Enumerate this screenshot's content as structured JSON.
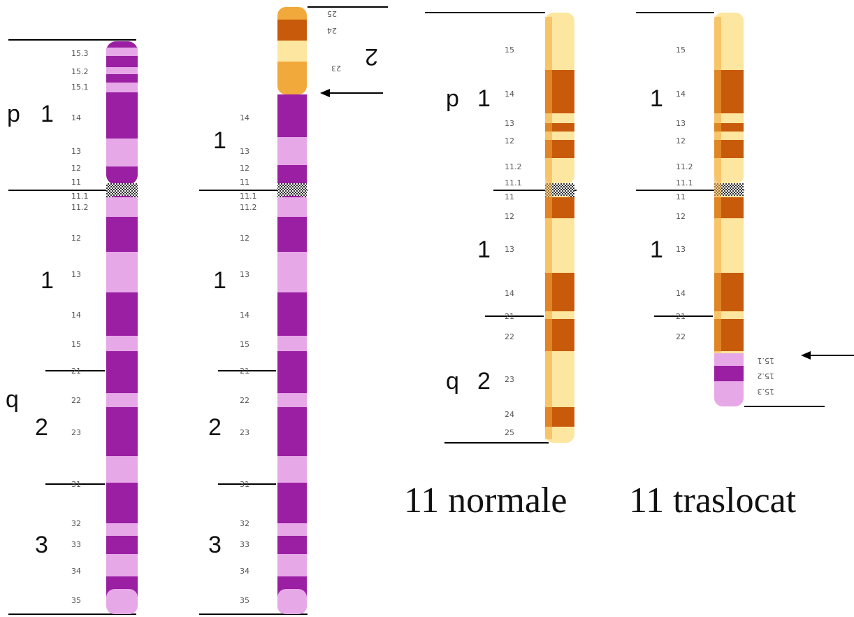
{
  "colors": {
    "purple_dark": "#9a1fa3",
    "purple_light": "#e7a8e8",
    "orange_dark": "#c85a0c",
    "orange_mid": "#f2a93c",
    "orange_light": "#fde6a0",
    "line": "#000000"
  },
  "captions": {
    "normal": "11 normale",
    "translocated": "11 traslocat"
  },
  "chromosomes": [
    {
      "id": "chr-purple-normal",
      "arm_labels": [
        "p",
        "1",
        "1",
        "q",
        "2",
        "3"
      ],
      "band_labels": [
        "15.3",
        "15.2",
        "15.1",
        "14",
        "13",
        "12",
        "11",
        "11.1",
        "11.2",
        "12",
        "13",
        "14",
        "15",
        "21",
        "22",
        "23",
        "31",
        "32",
        "33",
        "34",
        "35"
      ]
    },
    {
      "id": "chr-purple-translocated",
      "arm_labels": [
        "1",
        "2",
        "1",
        "2",
        "3"
      ],
      "band_labels": [
        "25",
        "24",
        "23",
        "14",
        "13",
        "12",
        "11",
        "11.1",
        "11.2",
        "12",
        "13",
        "14",
        "15",
        "21",
        "22",
        "23",
        "31",
        "32",
        "33",
        "34",
        "35"
      ]
    },
    {
      "id": "chr-orange-normal",
      "arm_labels": [
        "p",
        "1",
        "1",
        "q",
        "2"
      ],
      "band_labels": [
        "15",
        "14",
        "13",
        "12",
        "11.2",
        "11.1",
        "11",
        "12",
        "13",
        "14",
        "21",
        "22",
        "23",
        "24",
        "25"
      ]
    },
    {
      "id": "chr-orange-translocated",
      "arm_labels": [
        "1",
        "1"
      ],
      "band_labels": [
        "15",
        "14",
        "13",
        "12",
        "11.2",
        "11.1",
        "11",
        "12",
        "13",
        "14",
        "21",
        "22",
        "15.1",
        "15.2",
        "15.3"
      ]
    }
  ]
}
